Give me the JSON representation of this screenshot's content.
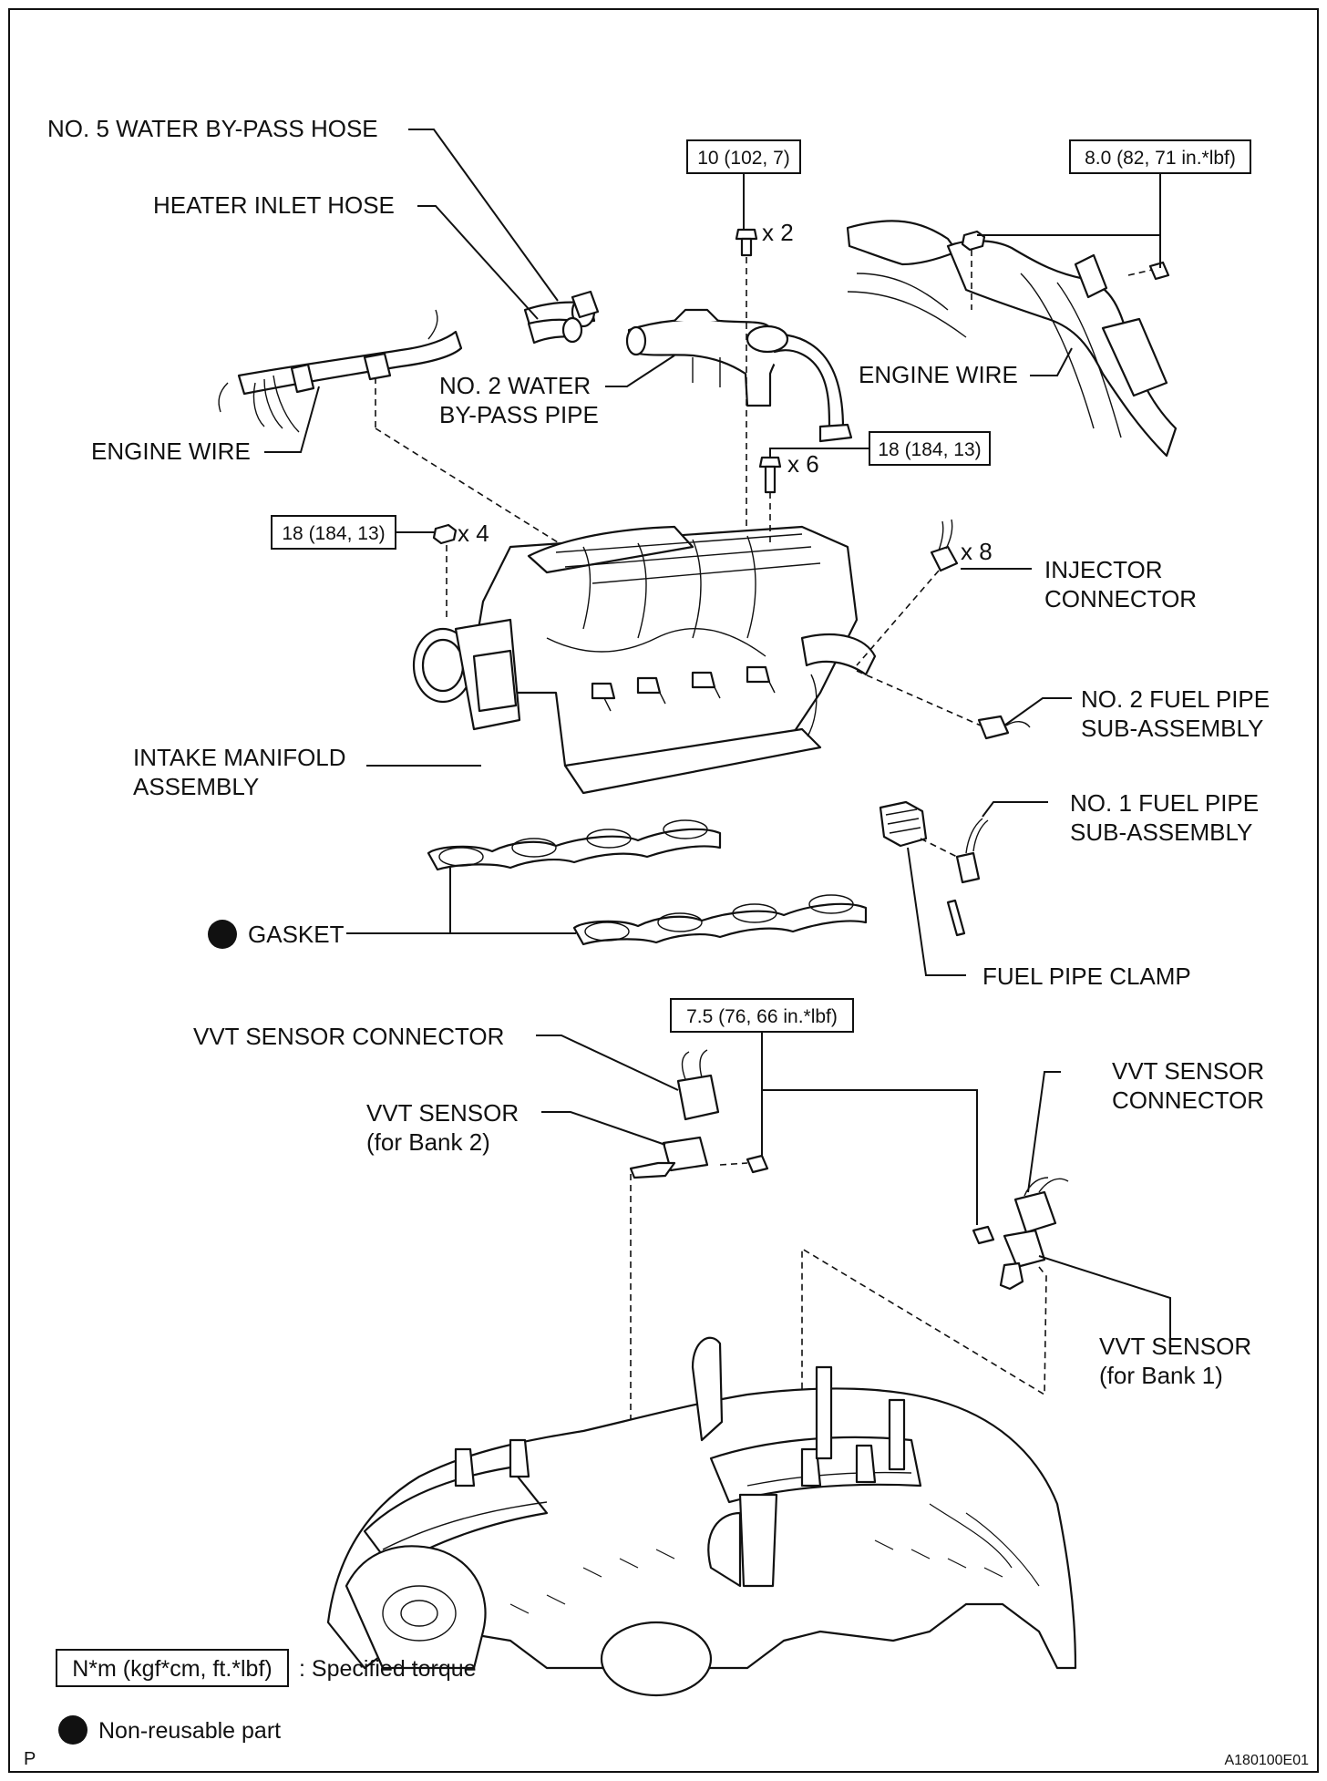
{
  "labels": {
    "water_bypass_hose_5": "NO. 5 WATER BY-PASS HOSE",
    "heater_inlet_hose": "HEATER INLET HOSE",
    "water_bypass_pipe_2_line1": "NO. 2 WATER",
    "water_bypass_pipe_2_line2": "BY-PASS PIPE",
    "engine_wire_left": "ENGINE WIRE",
    "engine_wire_right": "ENGINE WIRE",
    "injector_connector_line1": "INJECTOR",
    "injector_connector_line2": "CONNECTOR",
    "fuel_pipe_2_line1": "NO. 2 FUEL PIPE",
    "fuel_pipe_2_line2": "SUB-ASSEMBLY",
    "intake_manifold_line1": "INTAKE MANIFOLD",
    "intake_manifold_line2": "ASSEMBLY",
    "fuel_pipe_1_line1": "NO. 1 FUEL PIPE",
    "fuel_pipe_1_line2": "SUB-ASSEMBLY",
    "gasket": "GASKET",
    "fuel_pipe_clamp": "FUEL PIPE CLAMP",
    "vvt_connector_left": "VVT SENSOR CONNECTOR",
    "vvt_sensor_bank2_line1": "VVT SENSOR",
    "vvt_sensor_bank2_line2": "(for Bank 2)",
    "vvt_connector_right_line1": "VVT SENSOR",
    "vvt_connector_right_line2": "CONNECTOR",
    "vvt_sensor_bank1_line1": "VVT SENSOR",
    "vvt_sensor_bank1_line2": "(for Bank 1)"
  },
  "torques": {
    "pipe_bolts": "10 (102, 7)",
    "wire_bracket": "8.0 (82, 71 in.*lbf)",
    "manifold_bolts_right": "18 (184, 13)",
    "manifold_nuts_left": "18 (184, 13)",
    "vvt_sensor_bolts": "7.5 (76, 66 in.*lbf)"
  },
  "quantities": {
    "pipe_bolts": "x 2",
    "manifold_bolts_right": "x 6",
    "manifold_nuts_left": "x 4",
    "injector_connector": "x 8"
  },
  "legend": {
    "torque_unit": "N*m (kgf*cm, ft.*lbf)",
    "torque_desc": ": Specified torque",
    "non_reusable": "Non-reusable part"
  },
  "footer": {
    "corner_left": "P",
    "figure_id": "A180100E01"
  }
}
